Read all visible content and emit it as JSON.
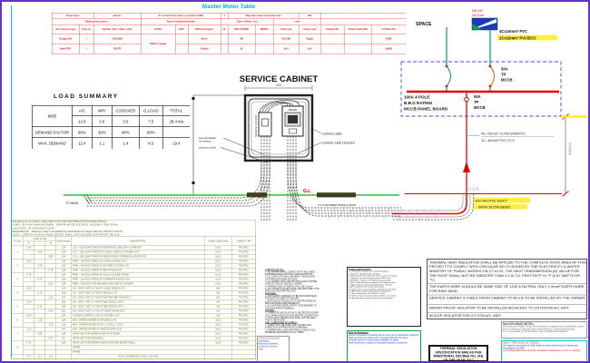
{
  "frame": {
    "border_color": "#6233cc",
    "accent_color": "#00c8c8"
  },
  "master_meter_table": {
    "title": "Master Meter Table",
    "row1": [
      "Project type",
      "Electric",
      "No. of electricity meter / connection (AMI)",
      "4",
      "Max water meter connection size",
      "NB",
      ""
    ],
    "row2": [
      "Building Description",
      "Type of building permitted",
      "Type of Meter / slot",
      "Load",
      ""
    ],
    "headers": [
      "Unit / premise type",
      "Floor no",
      "Flat No. / Elec / villas / shop",
      "KP NO",
      "NOC",
      "NOC Description",
      "M",
      "NOC SCOB/S",
      "MDB/S",
      "Total Load",
      "Active Load",
      "E/meter NO",
      "E/meter Serial NO",
      "CT Ratio A/S"
    ],
    "row4": [
      "Budget (M)",
      "1",
      "Villa (QR)",
      "G/Elect/ regular",
      "",
      "Direct",
      "",
      "NB",
      "",
      "Villa (M)",
      "Digital",
      "",
      "",
      "400/B"
    ],
    "row5": [
      "Main MTR",
      "1",
      "IDV/TR",
      "",
      "G/villas",
      "",
      "M",
      "",
      "28.4",
      "19.4",
      "",
      "",
      "y(N)/B"
    ]
  },
  "load_summary": {
    "title": "LOAD SUMMARY",
    "corner_label": "MSB",
    "col_headers": [
      "A/C",
      "W/H",
      "COOCKER",
      "G.LOAD",
      "TOTAL"
    ],
    "rows": [
      {
        "label": "",
        "values": [
          "13.8",
          "3.6",
          "3.5",
          "7.5",
          "28.4 Kw"
        ]
      },
      {
        "label": "DEMAND.FACTOR",
        "values": [
          "90%",
          "30%",
          "40%",
          "60%",
          ""
        ]
      },
      {
        "label": "MAX. DEMAND",
        "values": [
          "12.4",
          "1.1",
          "1.4",
          "4.5",
          "19.4"
        ]
      }
    ]
  },
  "service_cabinet": {
    "title": "SERVICE CABINET",
    "dim": "600",
    "meter_label": "METER",
    "cutout_label": "SERVICE CUTOUT",
    "customer_cable": "customer cable",
    "customer_earth": "customer earth conductor",
    "heat_shrink_1": "heat shrinkable",
    "heat_shrink_2": "termination",
    "tolerance": "tolerance cable",
    "to_main": "TO MAIN",
    "to_customer": "TO CUSTOMER INSTALLATION",
    "gl": "G.L"
  },
  "riser": {
    "space": "SPACE",
    "db_name": "DB-1/H",
    "db_load": "28.4 Kw",
    "cable_top_1": "4Cx16mm² PVC",
    "cable_top_2": "1Cx16mm² PVC/ECC",
    "breaker_right": [
      "50A",
      "TP",
      "MCCB"
    ],
    "panel": [
      "100A 4 POLE",
      "B.B.G RATING",
      "MCCB PANEL BOARD"
    ],
    "breaker_lower": [
      "50A",
      "TP",
      "MCCB"
    ],
    "cable_drop_1": "4C–25mm² XLPE/SWA/PVC",
    "cable_drop_2": "1C–16mm² PVC ECC",
    "glvl": "G.LVL.",
    "duct_1": "100 mm PVC DUCT",
    "duct_2": "WITH SLOW BEND",
    "dim": "400mm"
  },
  "schedule": {
    "title_lines": [
      "SCHEDULE OF FINAL SUB-CIRCUITS FOR DISTRIBUTION BOARD DB-1/H",
      "LOAD : 28.4 KW      MAIN INCOMER : 100A 4P MCCB      VOLTAGE : 415/240 V, 3PH, 50 Hz",
      "LOCATION : AT GROUND FLOOR",
      "REFERENCE : SINGLE LINE & SCHEMATIC DIAGRAM OF ELECTRICAL INSTALLATION",
      "NOTE : LENGTH OF EACH SUB-CIRCUIT SHALL NOT EXCEED 30 M FROM THE D.B."
    ],
    "header": {
      "ct": "CT. NO.",
      "load": "LOAD IN KW",
      "phases": [
        "R",
        "Y",
        "B"
      ],
      "mcb": "MCB (Amps)",
      "desc": "DESCRIPTION",
      "size": "CABLE SIZE (mm²)",
      "type": "CABLE TYPE"
    },
    "rows": [
      {
        "ct": "1",
        "r": "0.36",
        "y": "",
        "b": "",
        "mcb": "10A",
        "desc": "LTG. - LED LIGHT POINTS AT ENTRANCE, BALCONY & GARAGE",
        "size": "2x1.5",
        "type": "PVC/PVC"
      },
      {
        "ct": "",
        "r": "",
        "y": "0.50",
        "b": "",
        "mcb": "10A",
        "desc": "LTG. - LED LIGHT POINTS AT LIVING, DINING & KITCHEN (G.F)",
        "size": "2x1.5",
        "type": "PVC/PVC"
      },
      {
        "ct": "",
        "r": "",
        "y": "",
        "b": "0.85",
        "mcb": "10A",
        "desc": "LTG. - LED LIGHT POINTS AT BED ROOMS, CORRIDOR & ROOF (F.F)",
        "size": "2x1.5",
        "type": "PVC/PVC"
      },
      {
        "ct": "2",
        "r": "0.50",
        "y": "",
        "b": "",
        "mcb": "16A",
        "desc": "PWR. - 13A S/S/O (RING) AT LIVING & DINING (G.F)",
        "size": "2x2.5",
        "type": "PVC/PVC"
      },
      {
        "ct": "",
        "r": "",
        "y": "0.75",
        "b": "",
        "mcb": "16A",
        "desc": "PWR. - 13A S/S/O (RING) AT KITCHEN & STORE (G.F)",
        "size": "2x2.5",
        "type": "PVC/PVC"
      },
      {
        "ct": "",
        "r": "",
        "y": "",
        "b": "0.75",
        "mcb": "16A",
        "desc": "PWR. - 13A S/S/O (RING) AT BED ROOMS (F.F)",
        "size": "2x2.5",
        "type": "PVC/PVC"
      },
      {
        "ct": "3",
        "r": "0.75",
        "y": "",
        "b": "",
        "mcb": "16A",
        "desc": "PWR. - 13A S/S/O (RING) AT MAJLIS & GUEST ROOM",
        "size": "2x2.5",
        "type": "PVC/PVC"
      },
      {
        "ct": "",
        "r": "",
        "y": "0.75",
        "b": "",
        "mcb": "16A",
        "desc": "PWR. - 13A S/S/O (RING) AT CORRIDOR & ROOF (F.F)",
        "size": "2x2.5",
        "type": "PVC/PVC"
      },
      {
        "ct": "",
        "r": "",
        "y": "",
        "b": "0.50",
        "mcb": "16A",
        "desc": "PWR. - 13A S/S/O FOR WASHING MACHINE AT LAUNDRY",
        "size": "2x2.5",
        "type": "PVC/PVC"
      },
      {
        "ct": "4",
        "r": "2.30",
        "y": "",
        "b": "",
        "mcb": "20A",
        "desc": "A/C - SPLIT UNIT 2.0 TON AT LIVING ROOM (G.F)",
        "size": "3x4",
        "type": "PVC/PVC"
      },
      {
        "ct": "",
        "r": "",
        "y": "2.30",
        "b": "",
        "mcb": "20A",
        "desc": "A/C - SPLIT UNIT 2.0 TON AT MAJLIS (G.F)",
        "size": "3x4",
        "type": "PVC/PVC"
      },
      {
        "ct": "",
        "r": "",
        "y": "",
        "b": "2.30",
        "mcb": "20A",
        "desc": "A/C - SPLIT UNIT 2.0 TON AT MASTER BED ROOM (F.F)",
        "size": "3x4",
        "type": "PVC/PVC"
      },
      {
        "ct": "5",
        "r": "2.30",
        "y": "",
        "b": "",
        "mcb": "20A",
        "desc": "A/C - SPLIT UNIT 2.0 TON AT BED ROOM-1 (F.F)",
        "size": "3x4",
        "type": "PVC/PVC"
      },
      {
        "ct": "",
        "r": "",
        "y": "2.30",
        "b": "",
        "mcb": "20A",
        "desc": "A/C - SPLIT UNIT 2.0 TON AT BED ROOM-2 (F.F)",
        "size": "3x4",
        "type": "PVC/PVC"
      },
      {
        "ct": "",
        "r": "",
        "y": "",
        "b": "2.30",
        "mcb": "20A",
        "desc": "A/C - SPLIT UNIT 1.5 TON AT GUEST ROOM (G.F)",
        "size": "3x4",
        "type": "PVC/PVC"
      },
      {
        "ct": "6",
        "r": "3.50",
        "y": "",
        "b": "",
        "mcb": "32A",
        "desc": "COOKER CONTROL UNIT AT KITCHEN (G.F)",
        "size": "3x6",
        "type": "PVC/PVC"
      },
      {
        "ct": "",
        "r": "",
        "y": "1.20",
        "b": "",
        "mcb": "16A",
        "desc": "W/H - WATER HEATER AT KITCHEN (G.F)",
        "size": "3x2.5",
        "type": "PVC/PVC"
      },
      {
        "ct": "",
        "r": "",
        "y": "",
        "b": "1.20",
        "mcb": "16A",
        "desc": "W/H - WATER HEATER AT W.C.-1 & W.C.-2 (G.F)",
        "size": "3x2.5",
        "type": "PVC/PVC"
      },
      {
        "ct": "7",
        "r": "1.20",
        "y": "",
        "b": "",
        "mcb": "16A",
        "desc": "W/H - WATER HEATER AT MASTER BATH (F.F)",
        "size": "3x2.5",
        "type": "PVC/PVC"
      },
      {
        "ct": "",
        "r": "",
        "y": "0.50",
        "b": "",
        "mcb": "16A",
        "desc": "SPUR UNIT FOR WATER PUMP AT KITCHEN",
        "size": "3x2.5",
        "type": "PVC/PVC"
      },
      {
        "ct": "",
        "r": "",
        "y": "",
        "b": "0.50",
        "mcb": "6A",
        "desc": "SPUR UNIT FOR DOOR BELL",
        "size": "2x1.5",
        "type": "PVC/PVC"
      },
      {
        "ct": "8",
        "r": "0.75",
        "y": "",
        "b": "",
        "mcb": "16A",
        "desc": "SPUR UNIT FOR WATER PUMP (OUTDOOR WATER TANK)",
        "size": "3x2.5",
        "type": "PVC/PVC"
      },
      {
        "ct": "",
        "r": "",
        "y": "",
        "b": "",
        "mcb": "",
        "desc": "SPARE",
        "size": "",
        "type": ""
      },
      {
        "ct": "",
        "r": "",
        "y": "",
        "b": "",
        "mcb": "",
        "desc": "SPARE",
        "size": "",
        "type": ""
      }
    ],
    "total": {
      "r": "11.7",
      "y": "8.3",
      "b": "8.4",
      "desc": "TOTAL CONNECTED LOAD  =  28.4 KW"
    }
  },
  "notes_col1": {
    "lines": [
      "GENERAL NOTES :",
      "1. ALL WORKS SHALL COMPLY WITH THE LATEST",
      "    KAHRAMAA REGULATIONS & SPECIFICATIONS.",
      "2. ALL CONDUITS SHALL BE HEAVY GAUGE uPVC",
      "    OF APPROVED MAKE AND SIZE.",
      "3. ALL WIRING SHALL BE PVC INSULATED COPPER",
      "    CONDUCTORS OF 450/750 V GRADE.",
      "4. MINIMUM SIZE OF WIRING SHALL BE 1.5mm².",
      "5. ALL SOCKET OUTLETS SHALL BE SWITCHED TYPE",
      "    WITH SHUTTER PROTECTION.",
      "EARTHING :",
      "1. MAIN EARTH TERMINAL TO BE PROVIDED NEAR",
      "    THE MAIN DISTRIBUTION BOARD.",
      "2. EARTH ELECTRODE & PIT TO BE PROVIDED AS",
      "    PER KAHRAMAA REQUIREMENTS.",
      "3. ALL EXPOSED METAL PARTS TO BE BONDED TO",
      "    THE MAIN EARTH TERMINAL.",
      "TESTING :",
      "1. COMPLETE INSTALLATION TO BE TESTED AS PER",
      "    I.E.E. WIRING REGULATIONS BEFORE CONNECTION.",
      "2. INSULATION RESISTANCE SHALL NOT BE LESS",
      "    THAN 1 MEGA OHM.",
      "GEN. CONDITIONS OF SUPPLY :",
      "1. SUPPLY WILL BE GIVEN ONLY AFTER FINAL",
      "    INSPECTION & APPROVAL BY KAHRAMAA.",
      "2. OWNER SHALL PROVIDE FREE ACCESS TO ALL",
      "    METERING EQUIPMENT AT ALL TIMES."
    ]
  },
  "notes_col2": {
    "title": "INSTALLATION NOTES :",
    "items": [
      "1. Concealed conduits to be used throughout.",
      "2. No joints allowed inside conduits.",
      "3. Meter panel to be fixed with clear access for reading.",
      "4. Separate circuits for lights, power & A/C units.",
      "5. All MCB's shall be of 10 kA breaking capacity.",
      "6. RCD of 30 mA to be provided for all socket circuits.",
      "7. Water heaters to be controlled by D.P. switches.",
      "8. A/C isolators to be weather-proof type.",
      "9. Cable routes to be marked on site before execution.",
      "10. All fittings shall be approved by the Engineer.",
      "11. Bell transformer to be 240/12 V, 8 VA.",
      "12. Exhaust fans to be provided in all W.C.'s & kitchen.",
      "13. Any discrepancy to be referred to the Engineer."
    ]
  },
  "green_box": {
    "title": "Note for Kahramaa :",
    "lines": [
      "Service termination & metering shall be done as per Kahramaa regulations.",
      "Water-proof service cabinet to be provided & fixed by the owner.",
      "All cable ducts to be sealed after installation of cables.",
      "Final connection is subject to Kahramaa inspection & approval."
    ]
  },
  "right_notes": [
    "THERMAL HEAT INSULATION SHALL BE APPLIED TO THE COMPLETE ROOF AREA OF THIS PROJECT TO COMPLY WITH CIRCULAR NO.73 ISSUED BY THE ELECTRICITY & WATER MINISTRY OF PUBLIC WORKS ON 27-10-91. THE HEAT TRANSMISSION (U) VALUE FOR THE ROOF SHALL NOT BE GREATER THAN 0.1 B.T.U. PER FOOT² Hr °F (0.57 WATTS M²/°C).",
    "THE EARTH WIRE SHOULD BE SAME SIZE OF LIVE & NUTRAL ONLY 1.0mm² EARTH WIRE FOR RING MAIN.",
    "SERVICE CABINET & CABLE FROM CABINET TO M.S.B TO BE INSTALLED BY THE OWNER.",
    "WATER PROOF ISOLATOR TO BE INSTALLED ADJACENT TO OUTDOOR A/C UNIT.",
    "30 A DP ISOLATOR FOR 2.0 TON A/C UNIT.",
    "20 A DP ISOLATOR FOR 1.5 TON A/C UNIT."
  ],
  "smart_note": {
    "title": "Note FOR SMART METER :",
    "lines": [
      "Electricity and Water Smart Meters shall be supplied and installed by Owner as per Kahramaa Specifications and subject to Kahramaa Approval.",
      "For more details on Smart Meter, refer to Kahramaa website."
    ]
  },
  "ami_note": {
    "lines": [
      {
        "t": "Note 9 : AMI circular No. (2/2019)",
        "c": "#dd2222"
      },
      {
        "t": "All required provisions for AMI shall be implemented as per Kahramaa Regulations for AMI.",
        "c": "#2233cc"
      },
      {
        "t": "Low Voltage Electricity & Water Installation Regulations must be applied.",
        "c": "#dd2222"
      }
    ]
  },
  "thermal_box": {
    "lines": [
      "THERMAL INSULATION",
      "SPECIFICATION ARE AS PER",
      "MINISTERIAL DECREE NO. (44)",
      "OF THE YEAR 2012"
    ]
  },
  "stamp": {
    "lines": [
      {
        "t": "Checked & Approved",
        "c": "#666666"
      },
      {
        "t": "Kahramaa",
        "c": "#3344bb"
      },
      {
        "t": "Electricity Networks",
        "c": "#3344bb"
      },
      {
        "t": "Customer Services",
        "c": "#3344bb"
      },
      {
        "t": "Date :",
        "c": "#cc3333"
      }
    ]
  }
}
